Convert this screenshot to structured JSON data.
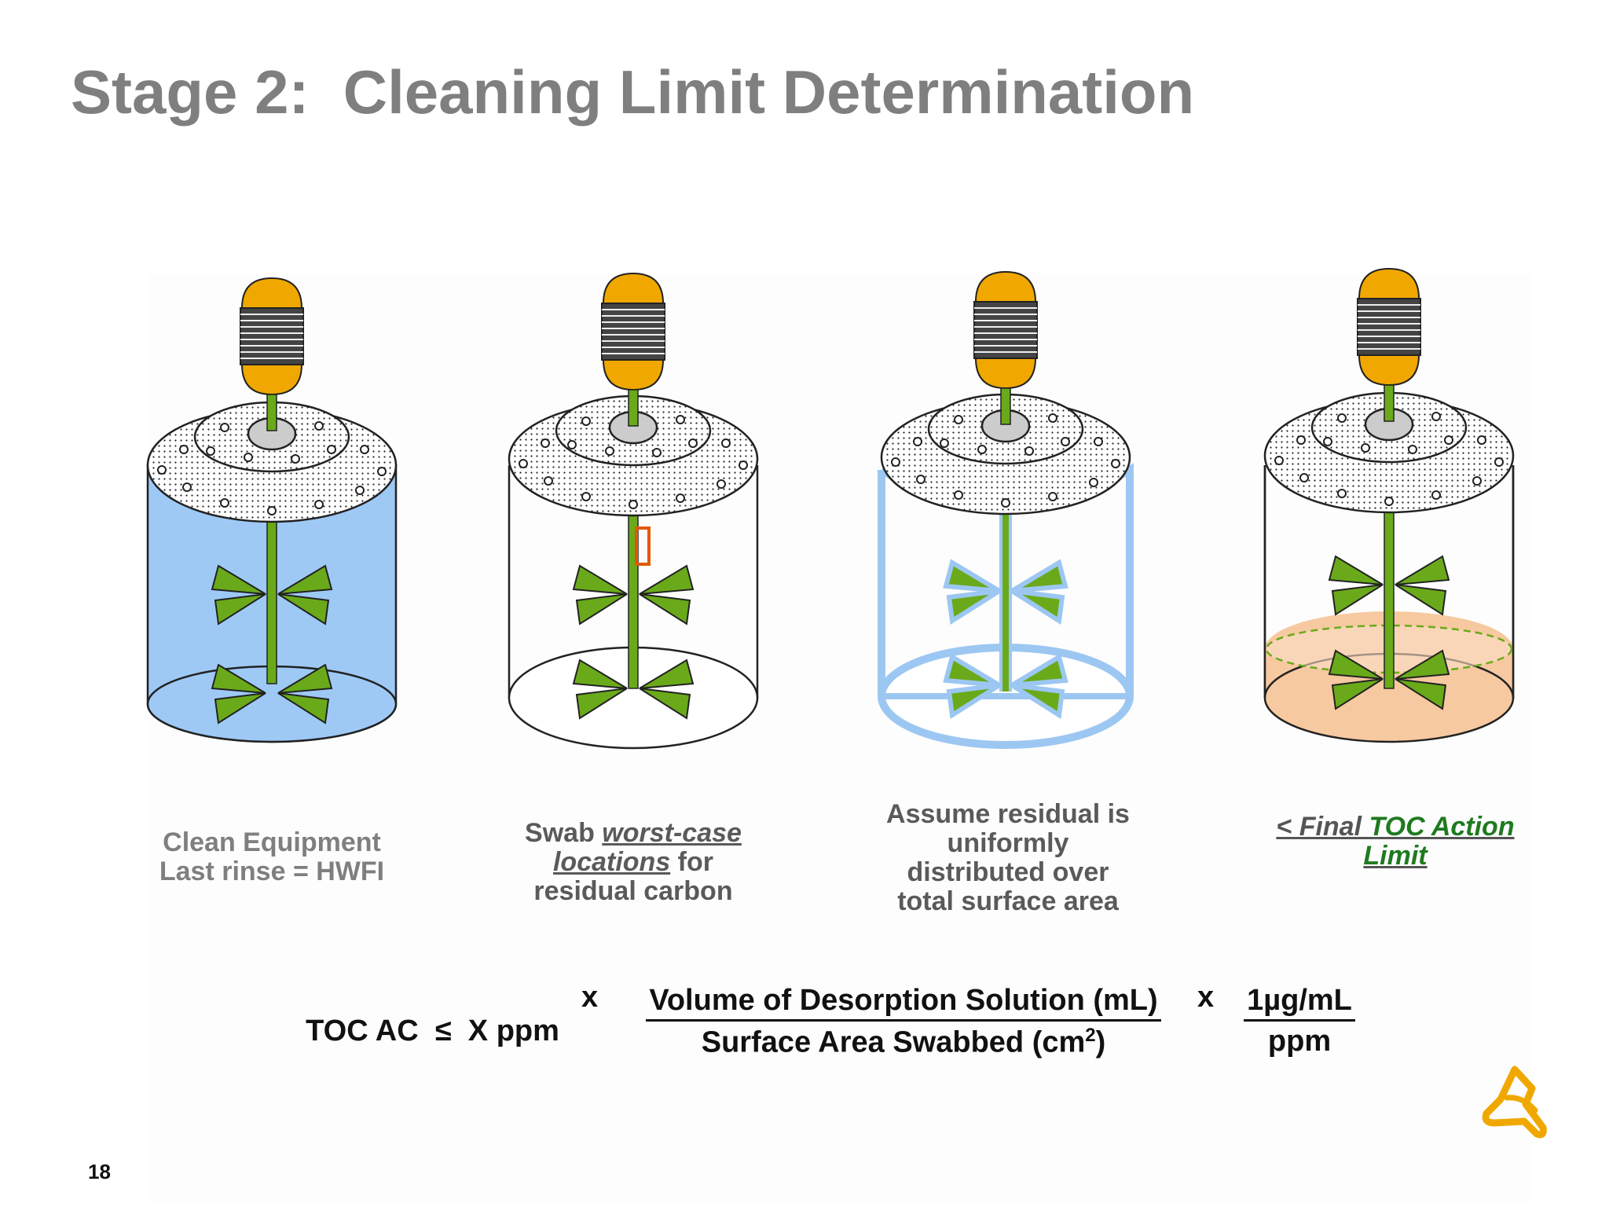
{
  "slide": {
    "title": "Stage 2:  Cleaning Limit Determination",
    "page_number": "18"
  },
  "stages": [
    {
      "caption_line1": "Clean Equipment",
      "caption_line2": "Last rinse = HWFI"
    },
    {
      "caption_pre": "Swab ",
      "caption_u1": "worst-case",
      "caption_u2": "locations",
      "caption_mid": " for",
      "caption_line3": "residual carbon"
    },
    {
      "caption_line1": "Assume residual is",
      "caption_line2": "uniformly",
      "caption_line3": "distributed over",
      "caption_line4": "total surface area"
    },
    {
      "caption_pre": "< Final ",
      "caption_green": "TOC Action",
      "caption_line2": "Limit"
    }
  ],
  "formula": {
    "lhs": "TOC AC",
    "leq": "≤",
    "xppm": "X ppm",
    "times1": "x",
    "numerator": "Volume of Desorption Solution  (mL)",
    "denominator_pre": "Surface Area Swabbed (cm",
    "denominator_sup": "2",
    "denominator_post": ")",
    "times2": "x",
    "numerator2": "1µg/mL",
    "denominator2": "ppm"
  },
  "colors": {
    "title": "#7f7f7f",
    "motor": "#f0a800",
    "leaf": "#6aaa1a",
    "water": "#9ec9f5",
    "residue": "#f7c9a0",
    "swab": "#e05a00",
    "highlight": "#9cc7f2",
    "logo": "#f0a800"
  },
  "icons": [
    "motor-icon",
    "agitator-icon",
    "swab-marker-icon",
    "company-logo-icon"
  ]
}
